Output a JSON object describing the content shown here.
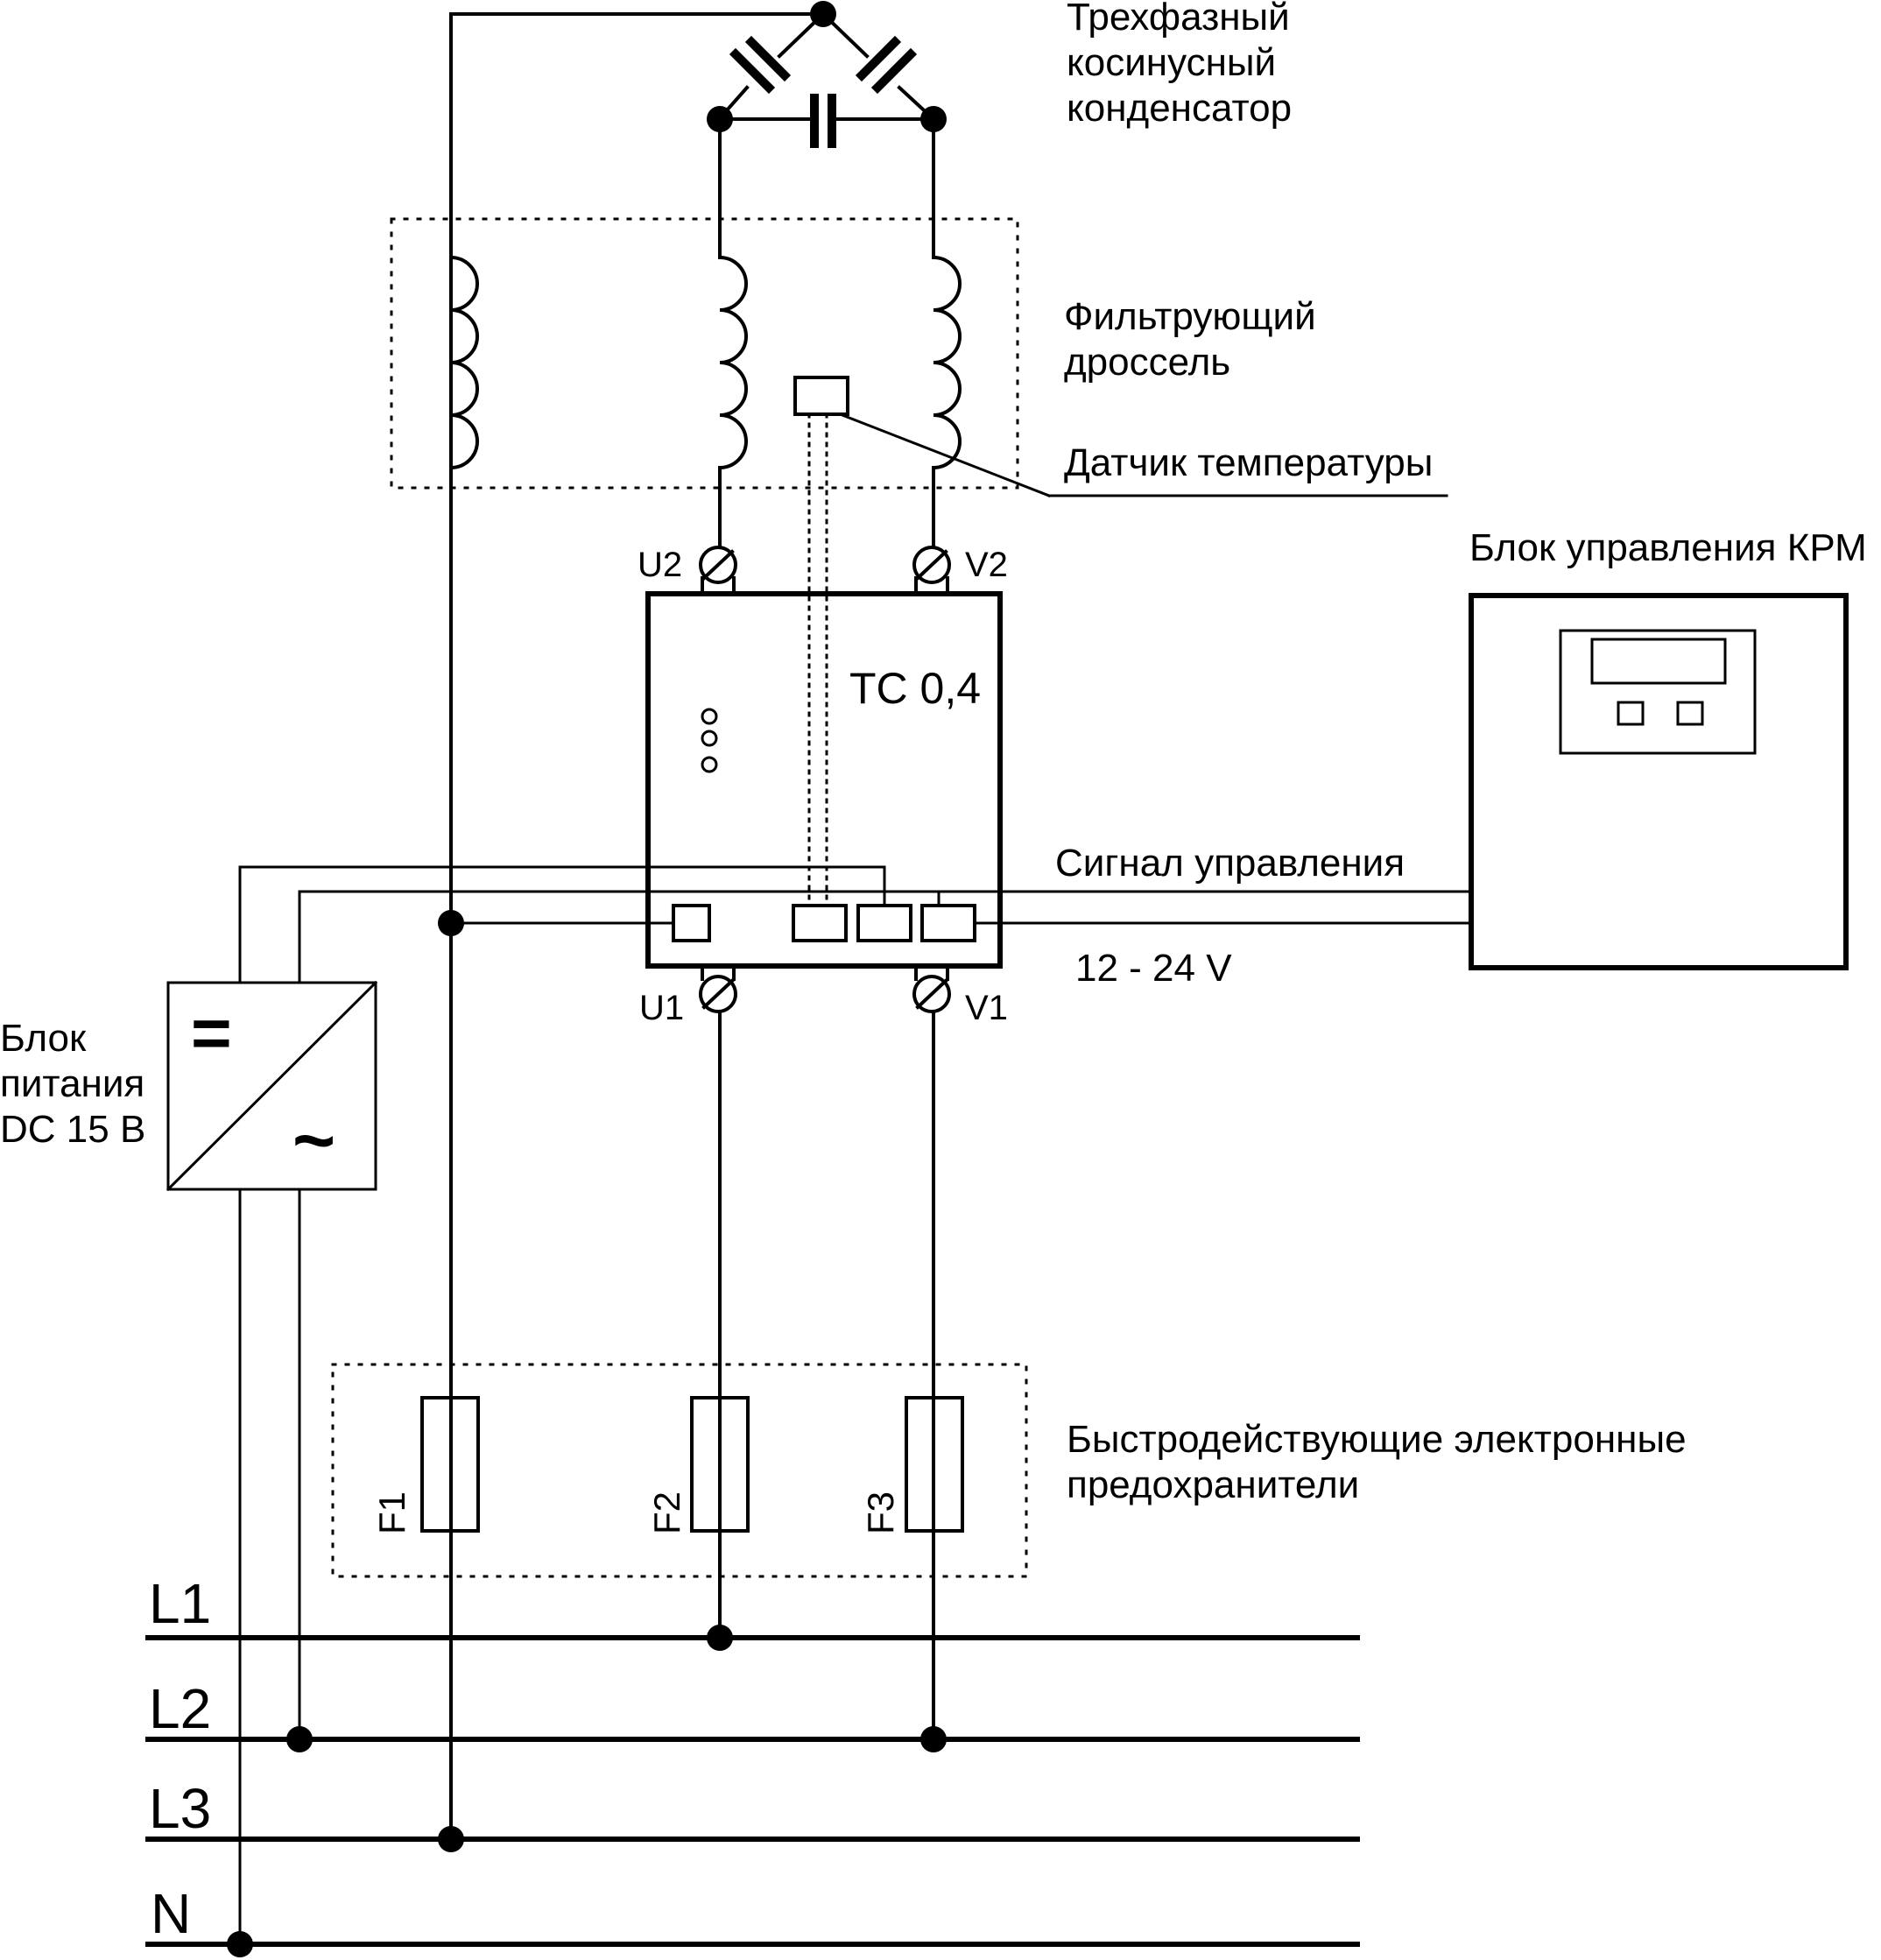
{
  "labels": {
    "capacitor": [
      "Трехфазный",
      "косинусный",
      "конденсатор"
    ],
    "choke": [
      "Фильтрующий",
      "дроссель"
    ],
    "temp_sensor": "Датчик температуры",
    "controller": "Блок управления КРМ",
    "control_signal": "Сигнал управления",
    "voltage_range": "12 - 24 V",
    "power_supply": [
      "Блок",
      "питания",
      "DC 15 B"
    ],
    "fuses": [
      "Быстродействующие электронные",
      "предохранители"
    ],
    "thyristor_switch": "TC 0,4"
  },
  "terminals": {
    "u2": "U2",
    "v2": "V2",
    "u1": "U1",
    "v1": "V1"
  },
  "fuse_ids": {
    "f1": "F1",
    "f2": "F2",
    "f3": "F3"
  },
  "buses": {
    "l1": "L1",
    "l2": "L2",
    "l3": "L3",
    "n": "N"
  },
  "psu_symbols": {
    "dc": "=",
    "ac": "~"
  }
}
